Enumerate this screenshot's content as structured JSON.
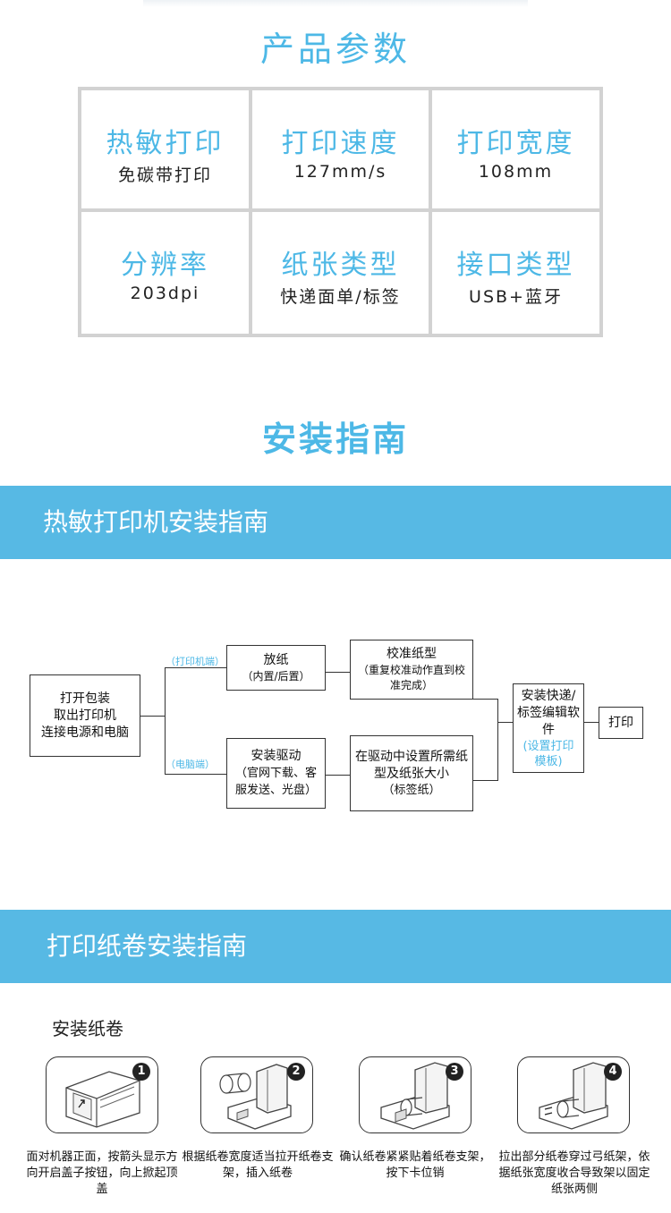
{
  "params": {
    "title": "产品参数",
    "cells": [
      {
        "label": "热敏打印",
        "value": "免碳带打印"
      },
      {
        "label": "打印速度",
        "value": "127mm/s"
      },
      {
        "label": "打印宽度",
        "value": "108mm"
      },
      {
        "label": "分辨率",
        "value": "203dpi"
      },
      {
        "label": "纸张类型",
        "value": "快递面单/标签"
      },
      {
        "label": "接口类型",
        "value": "USB+蓝牙"
      }
    ]
  },
  "install": {
    "title": "安装指南",
    "band1": "热敏打印机安装指南",
    "flow": {
      "start": [
        "打开包装",
        "取出打印机",
        "连接电源和电脑"
      ],
      "tag_printer": "（打印机端）",
      "tag_pc": "（电脑端）",
      "paper": {
        "title": "放纸",
        "sub": "（内置/后置）"
      },
      "calibrate": {
        "title": "校准纸型",
        "sub": "（重复校准动作直到校准完成）"
      },
      "driver": {
        "title": "安装驱动",
        "sub": "（官网下载、客服发送、光盘）"
      },
      "setting": {
        "title": "在驱动中设置所需纸型及纸张大小",
        "sub": "（标签纸）"
      },
      "software": {
        "title": "安装快递/标签编辑软件",
        "sub": "(设置打印模板)"
      },
      "print": "打印"
    },
    "band2": "打印纸卷安装指南",
    "section_label": "安装纸卷",
    "steps": [
      {
        "num": "1",
        "caption": "面对机器正面，按箭头显示方向开启盖子按钮，向上掀起顶盖"
      },
      {
        "num": "2",
        "caption": "根据纸卷宽度适当拉开纸卷支架，插入纸卷"
      },
      {
        "num": "3",
        "caption": "确认纸卷紧紧贴着纸卷支架，按下卡位销"
      },
      {
        "num": "4",
        "caption": "拉出部分纸卷穿过弓纸架，依据纸张宽度收合导致架以固定纸张两侧"
      }
    ]
  }
}
